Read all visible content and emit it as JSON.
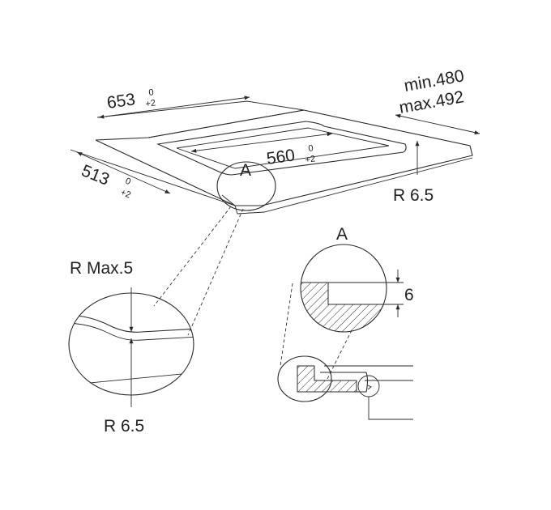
{
  "dimensions": {
    "width_main": "653",
    "width_tol_upper": "0",
    "width_tol_lower": "+2",
    "depth_main": "513",
    "depth_tol_upper": "0",
    "depth_tol_lower": "+2",
    "cutout_main": "560",
    "cutout_tol_upper": "0",
    "cutout_tol_lower": "+2",
    "thickness_min": "min.480",
    "thickness_max": "max.492",
    "radius_corner": "R 6.5"
  },
  "detail_a": {
    "marker": "A",
    "title": "A",
    "step_depth": "6"
  },
  "detail_corner": {
    "radius_max": "R Max.5",
    "radius": "R 6.5"
  },
  "colors": {
    "line": "#2a2a2a",
    "background": "#ffffff"
  }
}
